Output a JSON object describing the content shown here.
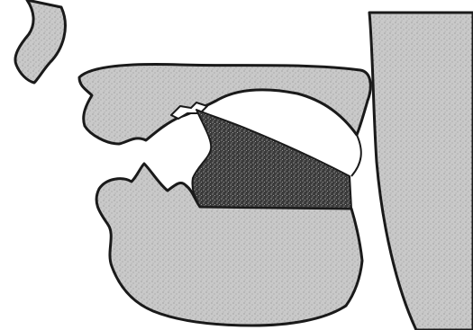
{
  "diagram": {
    "kind": "midsagittal-vocal-tract-section",
    "regions": [
      {
        "id": "nose",
        "shade": "light-stipple"
      },
      {
        "id": "upper-lip",
        "shade": "light-stipple"
      },
      {
        "id": "upper-jaw-and-palate",
        "shade": "light-stipple"
      },
      {
        "id": "lower-lip-and-jaw",
        "shade": "light-stipple"
      },
      {
        "id": "tongue-body",
        "shade": "light-stipple"
      },
      {
        "id": "tongue-dorsum-articulation",
        "shade": "dark-stipple"
      },
      {
        "id": "pharynx-wall",
        "shade": "light-stipple"
      }
    ],
    "colors": {
      "background": "#ffffff",
      "outline": "#1a1a1a",
      "light_fill": "#c9c9c9",
      "dark_fill": "#3a3a3a",
      "speckle_light": "#8a8a8a",
      "speckle_dark": "#c8c8c8"
    }
  }
}
